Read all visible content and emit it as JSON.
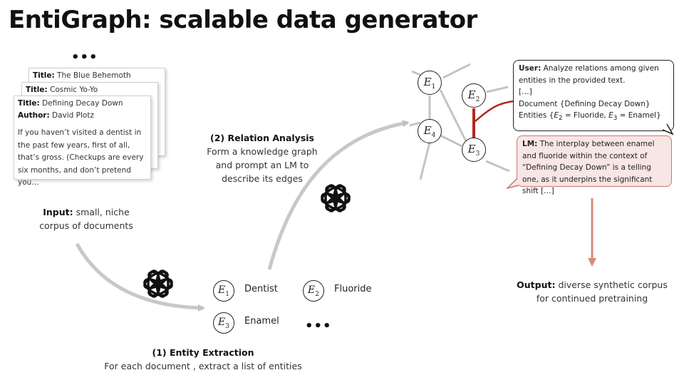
{
  "title": "EntiGraph: scalable data generator",
  "input": {
    "ellipsis": "•••",
    "documents": [
      {
        "title_label": "Title:",
        "title": "The Blue Behemoth"
      },
      {
        "title_label": "Title:",
        "title": "Cosmic Yo-Yo"
      },
      {
        "title_label": "Title:",
        "title": "Defining Decay Down",
        "author_label": "Author:",
        "author": "David Plotz",
        "body": "If you haven’t visited a dentist in the past few years, first of all, that’s gross. (Checkups are every six months, and don’t pretend you…"
      }
    ],
    "caption_bold": "Input:",
    "caption_line1": "small, niche",
    "caption_line2": "corpus of documents"
  },
  "step1": {
    "title": "(1) Entity Extraction",
    "desc": "For each document , extract a list of entities",
    "entities": [
      {
        "symbol": "E",
        "sub": "1",
        "label": "Dentist"
      },
      {
        "symbol": "E",
        "sub": "2",
        "label": "Fluoride"
      },
      {
        "symbol": "E",
        "sub": "3",
        "label": "Enamel"
      }
    ],
    "ellipsis": "•••"
  },
  "step2": {
    "title": "(2) Relation Analysis",
    "desc_line1": "Form a knowledge graph",
    "desc_line2": "and prompt an LM to",
    "desc_line3": "describe its edges"
  },
  "graph": {
    "nodes": [
      {
        "symbol": "E",
        "sub": "1"
      },
      {
        "symbol": "E",
        "sub": "2"
      },
      {
        "symbol": "E",
        "sub": "4"
      },
      {
        "symbol": "E",
        "sub": "3"
      }
    ]
  },
  "user_prompt": {
    "label": "User:",
    "text1": "Analyze relations among given entities in the provided text.",
    "text2": "[…]",
    "text3": "Document {Defining Decay Down}",
    "entities_prefix": "Entities {",
    "e2_sub": "2",
    "e2_value": " = Fluoride, ",
    "e3_sub": "3",
    "e3_value": " = Enamel}"
  },
  "lm_response": {
    "label": "LM:",
    "text": "The interplay between enamel and fluoride within the context of “Defining Decay Down” is a telling one, as it underpins the significant shift […]"
  },
  "output": {
    "caption_bold": "Output:",
    "caption_line1": "diverse synthetic corpus",
    "caption_line2": "for continued pretraining"
  },
  "colors": {
    "arrow_gray": "#c8c8c8",
    "highlight_edge": "#b12a1c",
    "lm_fill": "#f7e6e3",
    "lm_border": "#c9786f",
    "output_arrow": "#d98a7c"
  }
}
